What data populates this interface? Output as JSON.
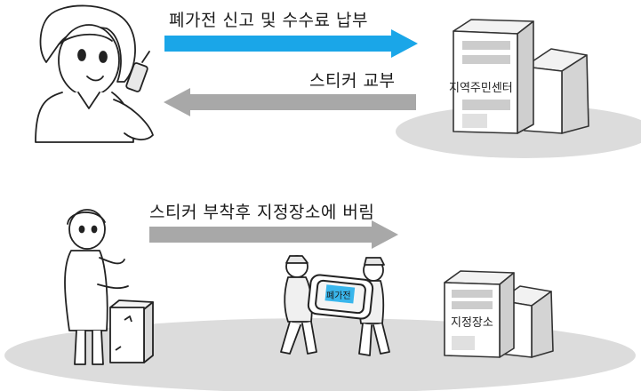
{
  "flow": {
    "step1_label": "폐가전 신고 및 수수료 납부",
    "step2_label": "스티커 교부",
    "step3_label": "스티커 부착후 지정장소에 버림"
  },
  "places": {
    "community_center": "지역주민센터",
    "designated_place": "지정장소"
  },
  "item": {
    "appliance_label": "폐가전"
  },
  "colors": {
    "report_arrow": "#1aa6e8",
    "return_arrow": "#a8a8a8",
    "ground": "#dcdcdc",
    "sticker": "#39b6ec"
  }
}
